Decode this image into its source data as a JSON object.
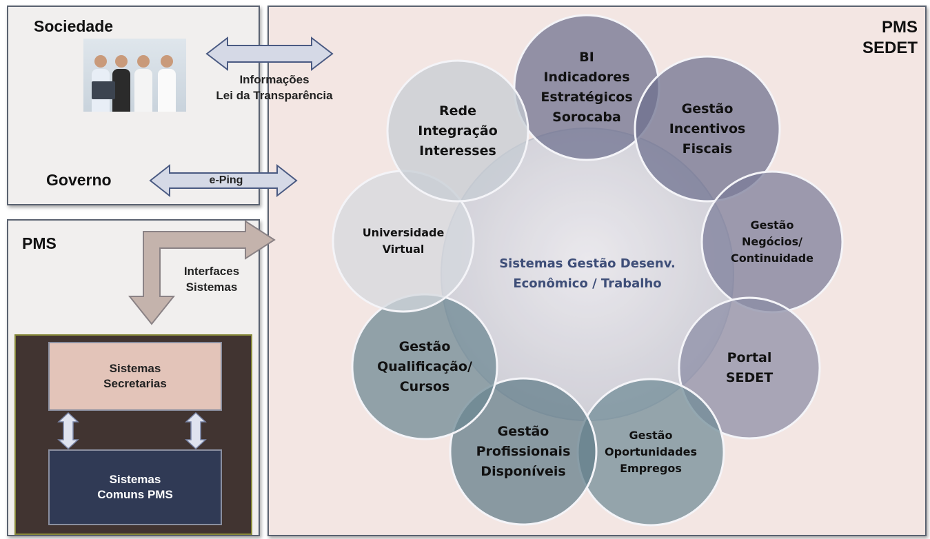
{
  "sociedade": {
    "heading": "Sociedade",
    "arrow_label": "Informações\nLei da Transparência"
  },
  "governo": {
    "heading": "Governo",
    "arrow_label": "e-Ping"
  },
  "pms": {
    "heading": "PMS",
    "arrow_label": "Interfaces\nSistemas",
    "box_top": "Sistemas\nSecretarias",
    "box_bottom": "Sistemas\nComuns PMS"
  },
  "sedet": {
    "heading": "PMS\nSEDET",
    "center_label": "Sistemas Gestão Desenv.\nEconômico / Trabalho",
    "circles": [
      {
        "label": "BI\nIndicadores\nEstratégicos\nSorocaba",
        "color": "#6c6f8e"
      },
      {
        "label": "Gestão\nIncentivos\nFiscais",
        "color": "#6c6f8e"
      },
      {
        "label": "Gestão\nNegócios/\nContinuidade",
        "color": "#7a7c98"
      },
      {
        "label": "Portal\nSEDET",
        "color": "#8b8ca5"
      },
      {
        "label": "Gestão\nOportunidades\nEmpregos",
        "color": "#6f8a95"
      },
      {
        "label": "Gestão\nProfissionais\nDisponíveis",
        "color": "#5f7c88"
      },
      {
        "label": "Gestão\nQualificação/\nCursos",
        "color": "#6b8792"
      },
      {
        "label": "Universidade\nVirtual",
        "color": "#d4d8de"
      },
      {
        "label": "Rede\nIntegração\nInteresses",
        "color": "#c5ccd3"
      }
    ]
  }
}
